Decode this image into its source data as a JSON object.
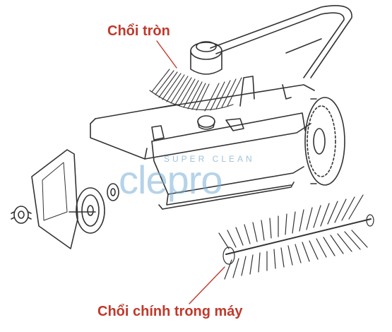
{
  "labels": {
    "round_brush": "Chổi tròn",
    "main_brush": "Chổi chính trong máy"
  },
  "watermark": {
    "tagline": "SUPER CLEAN",
    "brand": "clepro"
  },
  "colors": {
    "label": "#c0392b",
    "line_art": "#333333",
    "watermark": "#7ab0d6"
  }
}
